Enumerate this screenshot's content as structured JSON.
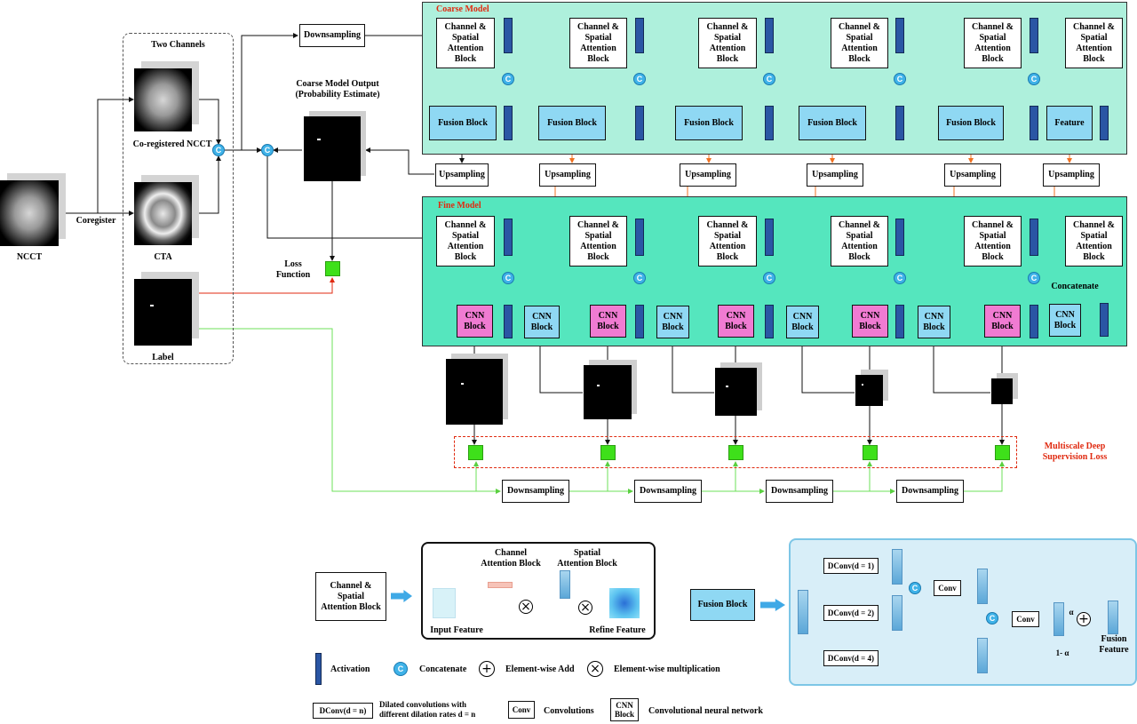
{
  "colors": {
    "coarse_bg": "#aef0dc",
    "fine_bg": "#55e6be",
    "block_blue": "#8fd8f3",
    "block_pink": "#f07bd2",
    "activation": "#2a56a4",
    "concat": "#3fb2e8",
    "loss": "#3ee01a",
    "orange_wire": "#f07020",
    "red_wire": "#e02a10",
    "green_wire": "#6ee05a"
  },
  "inputs": {
    "ncct": "NCCT",
    "coregister": "Coregister",
    "two_channels": "Two Channels",
    "coregistered_ncct": "Co-registered NCCT",
    "cta": "CTA",
    "label": "Label"
  },
  "coarse": {
    "title": "Coarse Model",
    "csa": "Channel &\nSpatial\nAttention\nBlock",
    "fusion": "Fusion Block",
    "feature": "Feature",
    "downsampling": "Downsampling",
    "upsampling": "Upsampling",
    "output": "Coarse Model Output\n(Probability Estimate)"
  },
  "fine": {
    "title": "Fine Model",
    "csa": "Channel &\nSpatial\nAttention\nBlock",
    "cnn": "CNN\nBlock",
    "concatenate": "Concatenate"
  },
  "loss": {
    "function": "Loss\nFunction",
    "multiscale": "Multiscale Deep\nSupervision Loss",
    "downsampling": "Downsampling"
  },
  "concat_symbol": "C",
  "detail": {
    "csa_block": "Channel &\nSpatial\nAttention Block",
    "channel_att": "Channel\nAttention Block",
    "spatial_att": "Spatial\nAttention Block",
    "input_feature": "Input Feature",
    "refine_feature": "Refine Feature",
    "fusion_block": "Fusion Block",
    "dconv1": "DConv(d = 1)",
    "dconv2": "DConv(d = 2)",
    "dconv4": "DConv(d = 4)",
    "conv": "Conv",
    "alpha": "α",
    "one_minus_alpha": "1- α",
    "fusion_feature": "Fusion\nFeature"
  },
  "legend": {
    "activation": "Activation",
    "concatenate": "Concatenate",
    "add": "Element-wise Add",
    "mult": "Element-wise multiplication",
    "add_symbol": "+",
    "mult_symbol": "×",
    "dconv": "DConv(d = n)",
    "dconv_desc": "Dilated convolutions with\ndifferent dilation rates d = n",
    "conv": "Conv",
    "conv_desc": "Convolutions",
    "cnn": "CNN\nBlock",
    "cnn_desc": "Convolutional neural network"
  }
}
